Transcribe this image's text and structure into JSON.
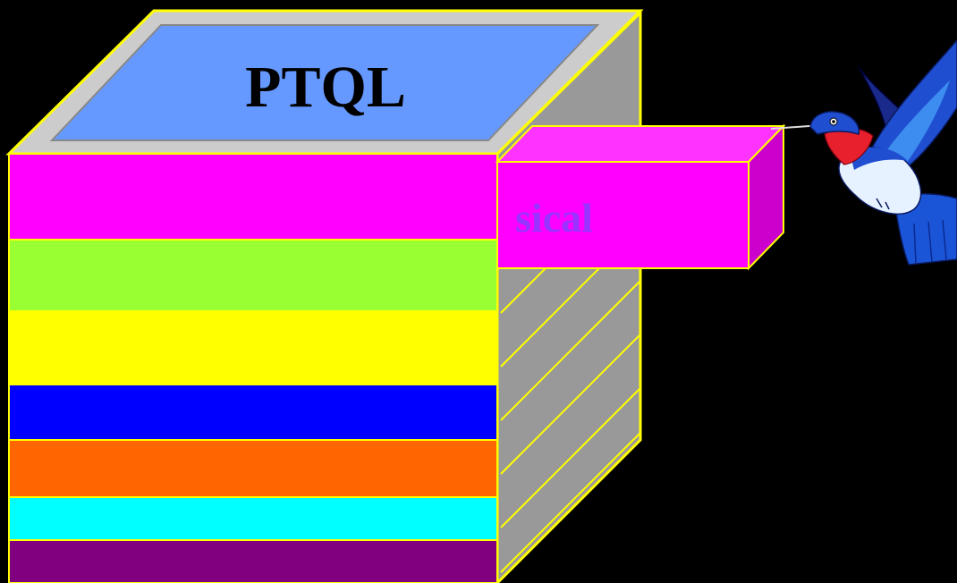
{
  "diagram": {
    "title": "PTQL",
    "side_label": "sical"
  },
  "colors": {
    "background": "#000000",
    "outline": "#ffff00",
    "side_face": "#999999",
    "top_frame": "#cccccc",
    "top_panel": "#6699ff",
    "title_text": "#000000",
    "side_label_text": "#9933ff",
    "protrusion_front": "#ff00ff",
    "protrusion_top": "#ff33ff",
    "protrusion_side": "#cc00cc"
  },
  "layers": [
    {
      "name": "magenta-layer",
      "color": "#ff00ff"
    },
    {
      "name": "green-layer",
      "color": "#99ff33"
    },
    {
      "name": "yellow-layer",
      "color": "#ffff00"
    },
    {
      "name": "blue-layer",
      "color": "#0000ff"
    },
    {
      "name": "orange-layer",
      "color": "#ff6600"
    },
    {
      "name": "cyan-layer",
      "color": "#00ffff"
    },
    {
      "name": "purple-layer",
      "color": "#800080"
    }
  ],
  "icons": {
    "bird": "hummingbird-icon"
  }
}
